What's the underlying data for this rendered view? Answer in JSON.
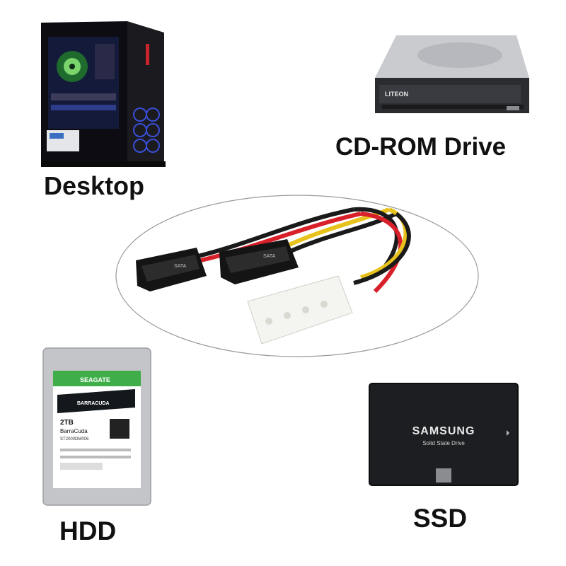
{
  "labels": {
    "desktop": "Desktop",
    "cdrom": "CD-ROM Drive",
    "hdd": "HDD",
    "ssd": "SSD"
  },
  "cd_drive": {
    "brand": "LITEON"
  },
  "hdd": {
    "brand": "SEAGATE",
    "model": "BARRACUDA",
    "capacity": "2TB",
    "name": "BarraCuda",
    "part": "ST2000DM006"
  },
  "ssd": {
    "brand": "SAMSUNG",
    "subtitle": "Solid State Drive"
  },
  "cable": {
    "sata_mark": "SATA"
  },
  "colors": {
    "background": "#ffffff",
    "ellipse_stroke": "#9a9a9a",
    "wire_red": "#d8202a",
    "wire_yellow": "#e8c21c",
    "wire_black": "#1a1a1a",
    "molex": "#f4f4f0",
    "hdd_green": "#3fae49",
    "ssd_body": "#1d1e21"
  }
}
